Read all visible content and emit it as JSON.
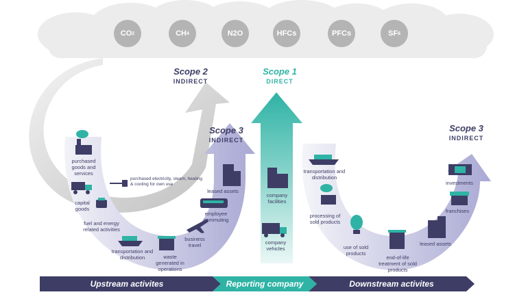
{
  "gases": [
    "CO2",
    "CH4",
    "N2O",
    "HFCs",
    "PFCs",
    "SF6"
  ],
  "scopes": {
    "scope2": {
      "title": "Scope 2",
      "sub": "INDIRECT"
    },
    "scope1": {
      "title": "Scope 1",
      "sub": "DIRECT"
    },
    "scope3_up": {
      "title": "Scope 3",
      "sub": "INDIRECT"
    },
    "scope3_down": {
      "title": "Scope 3",
      "sub": "INDIRECT"
    }
  },
  "labels": {
    "purchased_goods": "purchased goods and services",
    "capital_goods": "capital goods",
    "fuel_energy": "fuel and energy related activities",
    "transport_up": "transportation and distribution",
    "waste": "waste generated in operations",
    "business_travel": "business travel",
    "employee_commuting": "employee commuting",
    "leased_assets_up": "leased assets",
    "purchased_electricity": "purchased electricity, steam, heating & cooling for own use",
    "company_facilities": "company facilities",
    "company_vehicles": "company vehicles",
    "transport_down": "transportation and distribution",
    "processing": "processing of sold products",
    "use_sold": "use of sold products",
    "end_of_life": "end-of-life treatment of sold products",
    "leased_assets_down": "leased assets",
    "franchises": "franchises",
    "investments": "investments"
  },
  "bar": {
    "upstream": "Upstream activites",
    "reporting": "Reporting company",
    "downstream": "Downstream activites"
  },
  "colors": {
    "navy": "#3d3d66",
    "teal": "#2fb3a5",
    "lavender": "#d4d4ea",
    "gray": "#b4b4b4",
    "cloud": "#ececec"
  }
}
